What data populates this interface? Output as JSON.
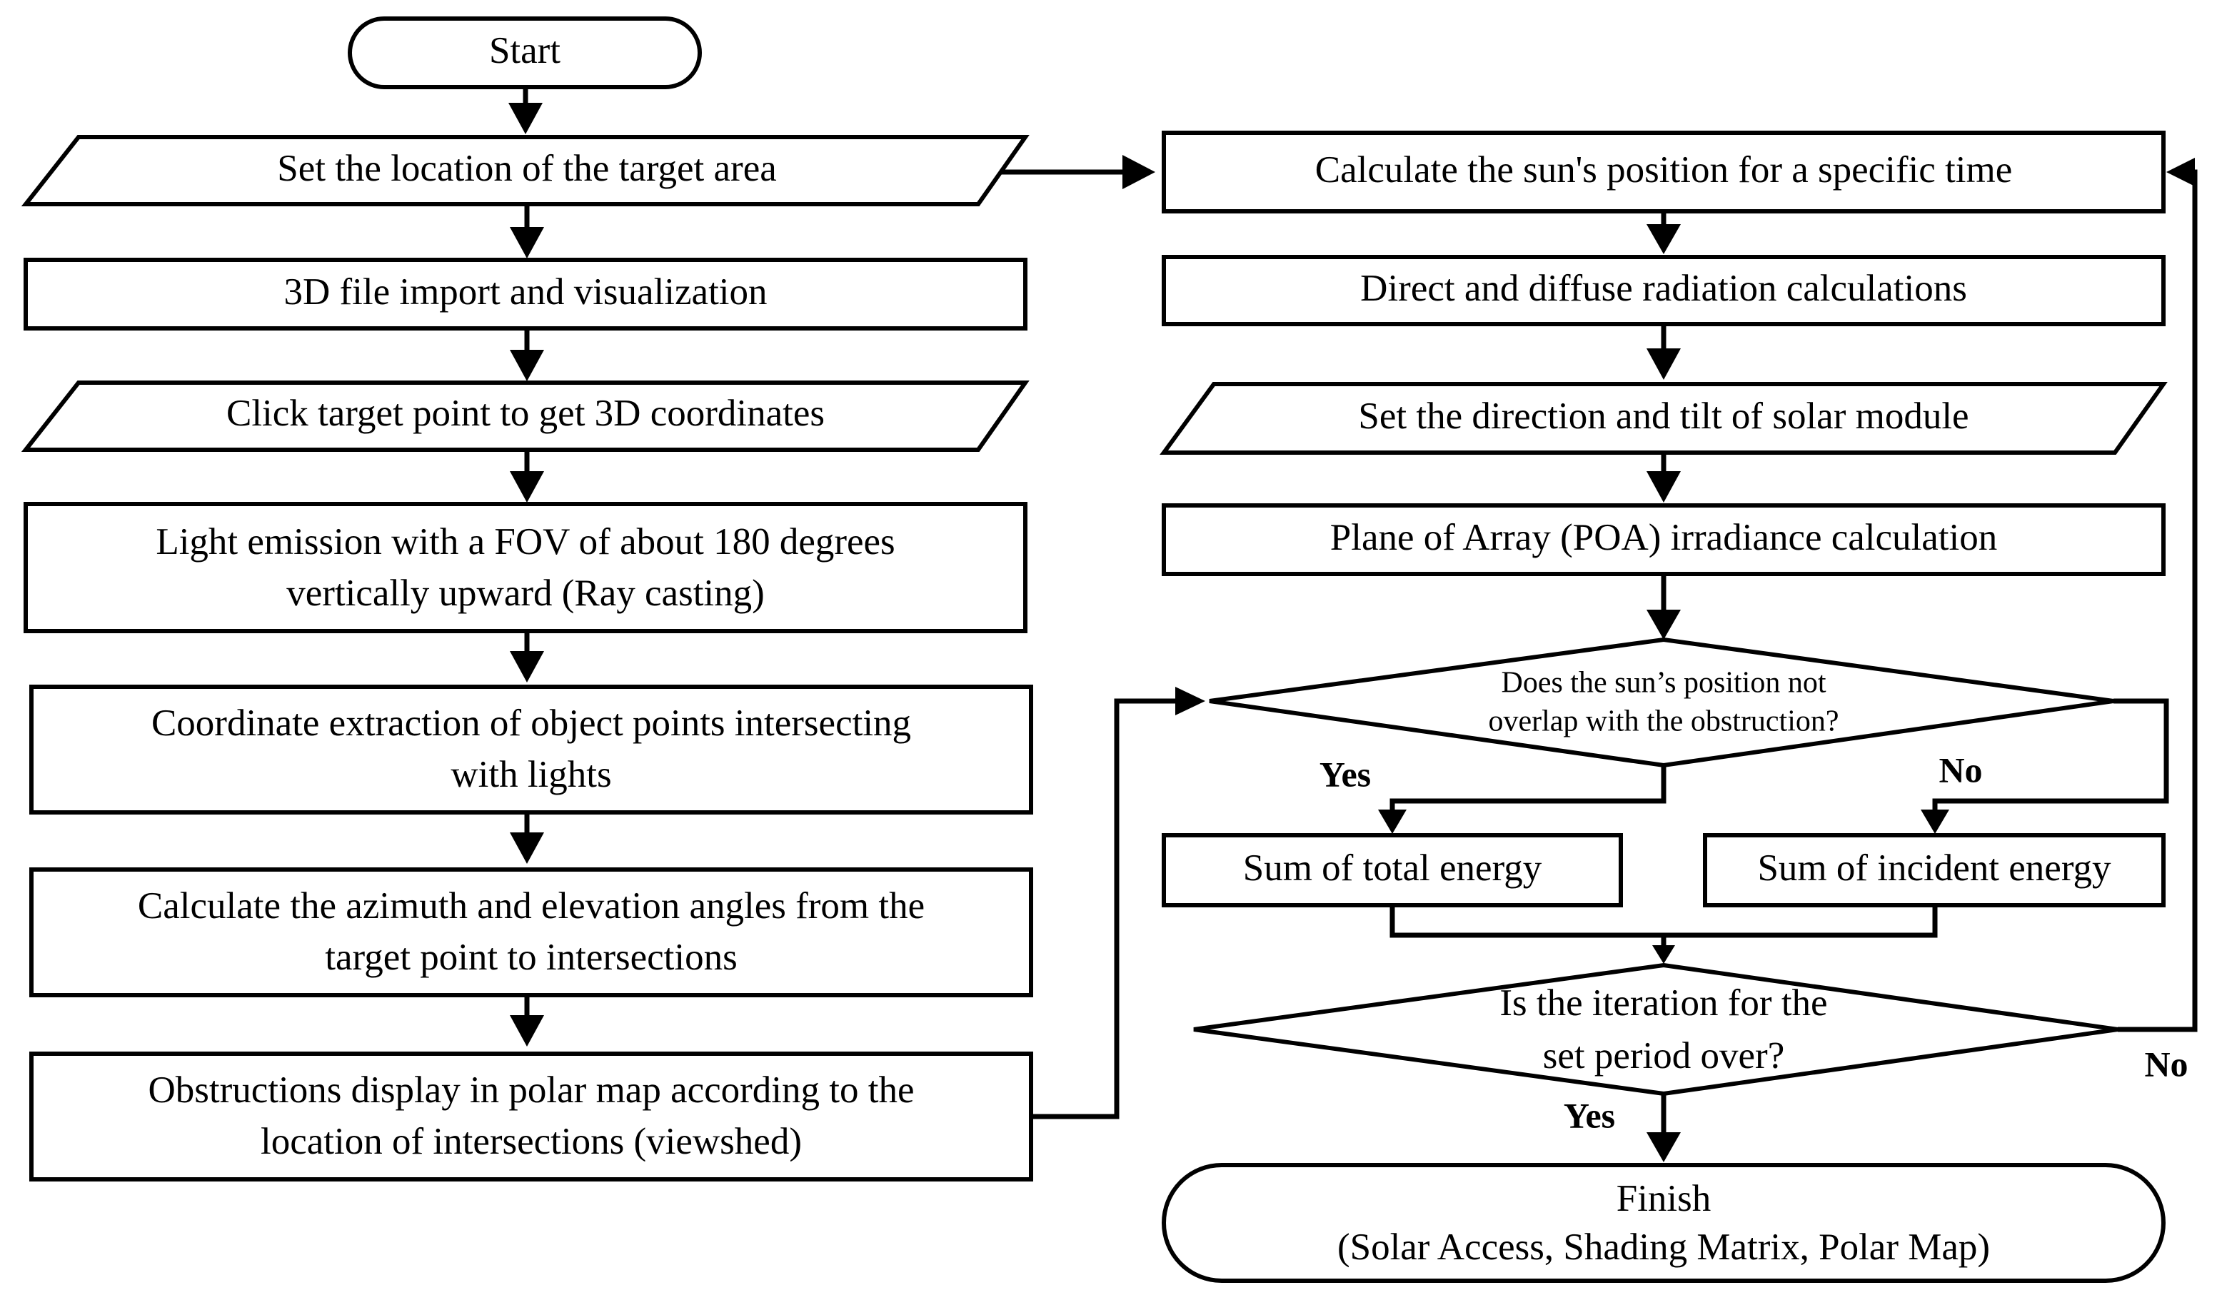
{
  "colors": {
    "stroke": "#000000",
    "fill": "#ffffff",
    "text": "#000000"
  },
  "nodes": {
    "start": "Start",
    "set_location": "Set the location of the target area",
    "file_import": "3D file import and visualization",
    "click_target": "Click target point to get 3D coordinates",
    "light_emission_1": "Light emission with a FOV of about 180 degrees",
    "light_emission_2": "vertically upward (Ray casting)",
    "coordinate_extraction_1": "Coordinate extraction of object points intersecting",
    "coordinate_extraction_2": "with lights",
    "azimuth_1": "Calculate the azimuth and elevation angles from the",
    "azimuth_2": "target point to intersections",
    "obstructions_1": "Obstructions display in polar map according to the",
    "obstructions_2": "location of intersections (viewshed)",
    "sun_position": "Calculate the sun's position for a specific time",
    "radiation": "Direct and diffuse radiation calculations",
    "solar_module": "Set the direction and tilt of solar module",
    "poa": "Plane of Array (POA) irradiance calculation",
    "overlap_question_1": "Does the sun’s position not",
    "overlap_question_2": "overlap with the obstruction?",
    "total_energy": "Sum of total energy",
    "incident_energy": "Sum of incident energy",
    "iteration_question_1": "Is the iteration for the",
    "iteration_question_2": "set period over?",
    "finish_1": "Finish",
    "finish_2": "(Solar Access, Shading Matrix, Polar Map)"
  },
  "labels": {
    "overlap_yes": "Yes",
    "overlap_no": "No",
    "iteration_yes": "Yes",
    "iteration_no": "No"
  }
}
